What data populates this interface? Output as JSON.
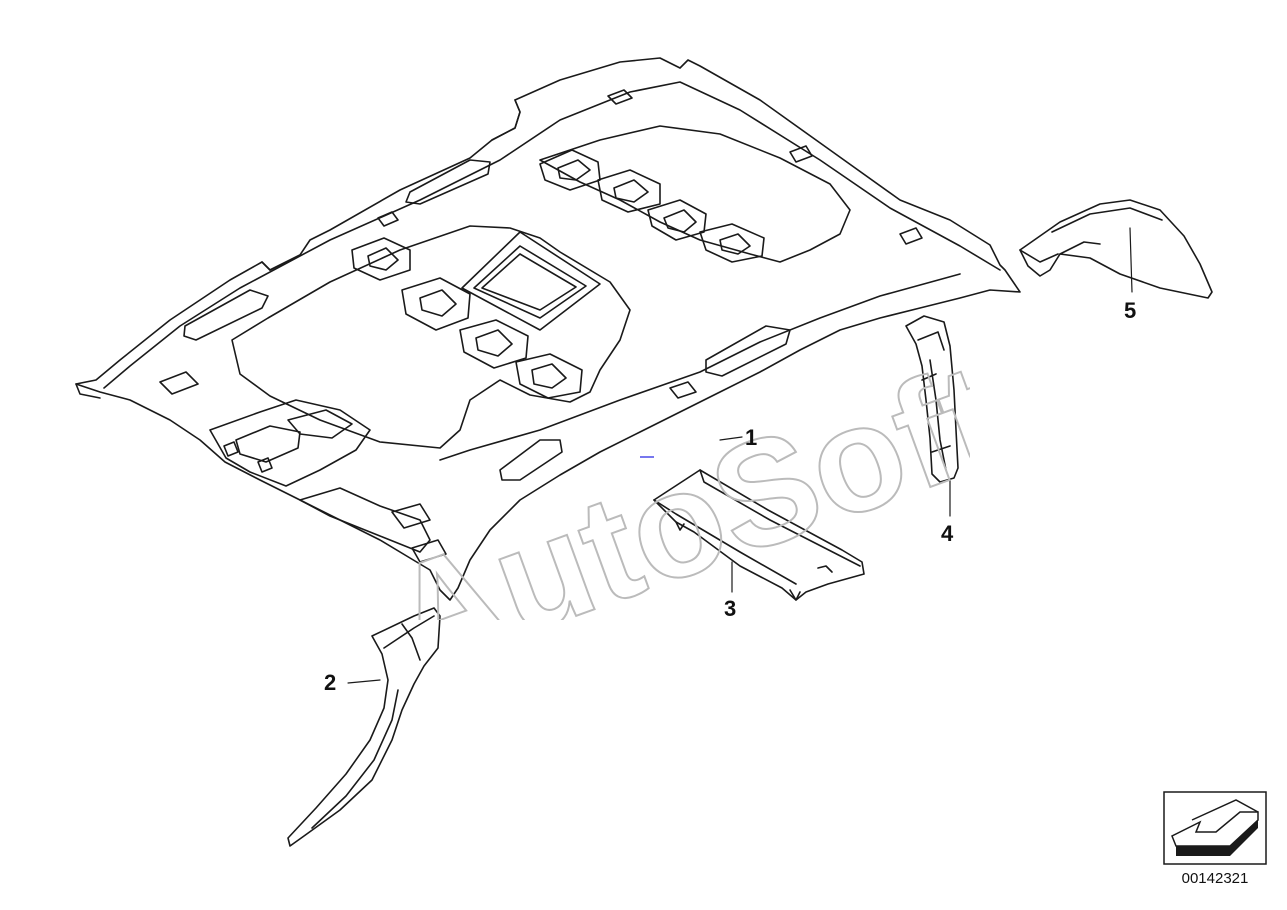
{
  "callouts": {
    "part_1": "1",
    "part_2": "2",
    "part_3": "3",
    "part_4": "4",
    "part_5": "5"
  },
  "drawing_number": "00142321",
  "watermark_text": "AutoSoft",
  "colors": {
    "line": "#1a1a1a",
    "background": "#ffffff",
    "watermark": "#bbbbbb",
    "marker": "#7777ee"
  }
}
